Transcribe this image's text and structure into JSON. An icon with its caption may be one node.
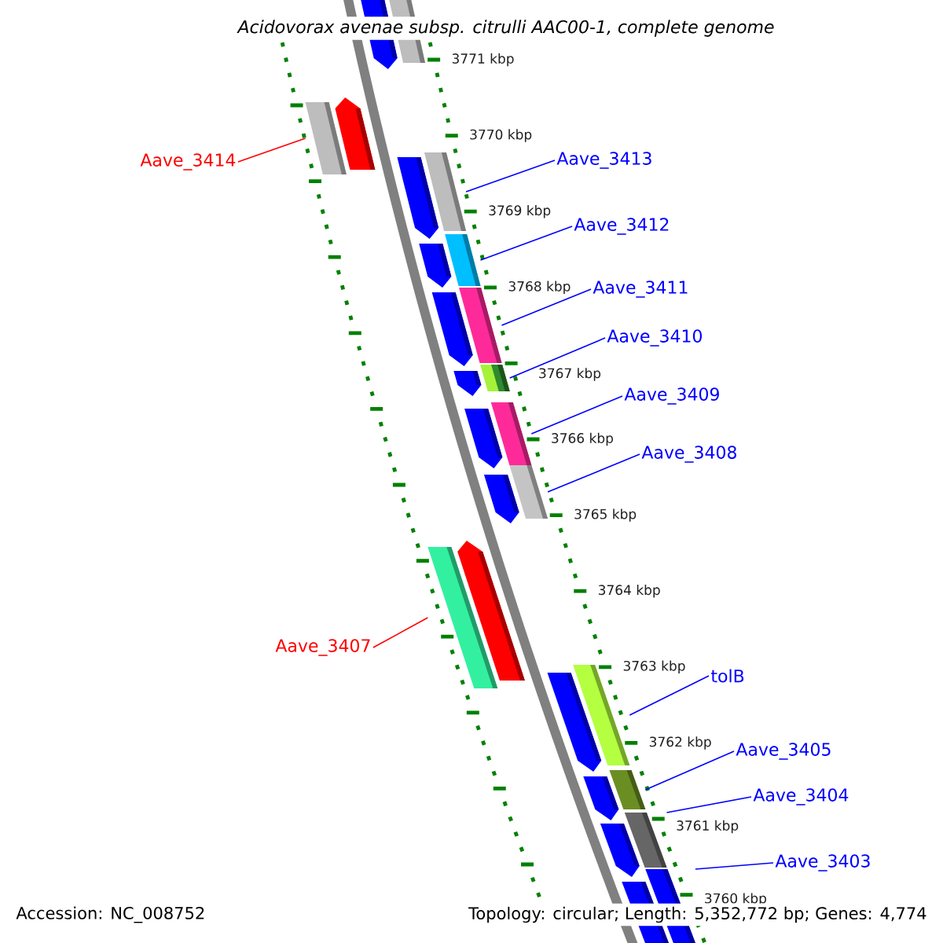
{
  "diagram": {
    "title": "Acidovorax avenae subsp. citrulli AAC00-1, complete genome",
    "nodes": [
      {
        "text": [
          "Aave_3414"
        ]
      },
      {
        "text": [],
        "shape": "bar"
      },
      {
        "text": [
          "Aave_3413"
        ]
      },
      {
        "text": [],
        "shape": "bar"
      },
      {
        "text": [
          "Aave_3412"
        ]
      },
      {
        "text": [],
        "shape": "bar"
      },
      {
        "text": [
          "Aave_3411"
        ]
      },
      {
        "text": [],
        "shape": "bar"
      },
      {
        "text": [
          "Aave_3410"
        ]
      },
      {
        "text": [],
        "shape": "bar"
      },
      {
        "text": [
          "Aave_3409"
        ]
      },
      {
        "text": [],
        "shape": "bar"
      },
      {
        "text": [
          "Aave_3408"
        ]
      },
      {
        "text": [],
        "shape": "bar"
      },
      {
        "text": [
          "Aave_3407"
        ]
      },
      {
        "text": [],
        "shape": "bar"
      },
      {
        "text": [
          "tolB"
        ]
      },
      {
        "text": [],
        "shape": "bar"
      },
      {
        "text": [
          "Aave_3405"
        ]
      },
      {
        "text": [],
        "shape": "bar"
      },
      {
        "text": [
          "Aave_3404"
        ]
      },
      {
        "text": [],
        "shape": "bar"
      },
      {
        "text": [
          "Aave_3403"
        ]
      },
      {
        "text": [],
        "shape": "bar"
      },
      {
        "text": [],
        "shape": "bar"
      },
      {
        "text": [],
        "shape": "bar"
      },
      {
        "text": [],
        "shape": "bar"
      },
      {
        "text": [],
        "shape": "bar"
      },
      {
        "text": [],
        "shape": "bar"
      },
      {
        "text": [],
        "shape": "bar"
      },
      {
        "text": [],
        "shape": "bar"
      },
      {
        "text": [],
        "shape": "bar"
      },
      {
        "text": [],
        "shape": "bar"
      },
      {
        "text": [],
        "shape": "bar"
      },
      {
        "text": [],
        "shape": "bar"
      },
      {
        "text": [],
        "shape": "bar"
      },
      {
        "text": [],
        "shape": "bar"
      },
      {
        "text": [],
        "shape": "bar"
      }
    ],
    "edges": [
      {
        "from": 0,
        "to": 1,
        "arrow": "none",
        "color": "#ff0000"
      },
      {
        "from": 2,
        "to": 3,
        "arrow": "none"
      },
      {
        "from": 4,
        "to": 5,
        "arrow": "none"
      },
      {
        "from": 6,
        "to": 7,
        "arrow": "none"
      },
      {
        "from": 8,
        "to": 9,
        "arrow": "none"
      },
      {
        "from": 10,
        "to": 11,
        "arrow": "none"
      },
      {
        "from": 12,
        "to": 13,
        "arrow": "none"
      },
      {
        "from": 14,
        "to": 15,
        "arrow": "none",
        "color": "#ff0000"
      },
      {
        "from": 16,
        "to": 17,
        "arrow": "none"
      },
      {
        "from": 18,
        "to": 19,
        "arrow": "none"
      },
      {
        "from": 20,
        "to": 21,
        "arrow": "none"
      },
      {
        "from": 22,
        "to": 23,
        "arrow": "none"
      }
    ],
    "labels": [
      "3771 kbp",
      "3770 kbp",
      "3769 kbp",
      "3768 kbp",
      "3767 kbp",
      "3766 kbp",
      "3765 kbp",
      "3764 kbp",
      "3763 kbp",
      "3762 kbp",
      "3761 kbp",
      "3760 kbp",
      "Accession: NC_008752",
      "Topology: circular; Length: 5,352,772 bp; Genes: 4,774"
    ]
  }
}
